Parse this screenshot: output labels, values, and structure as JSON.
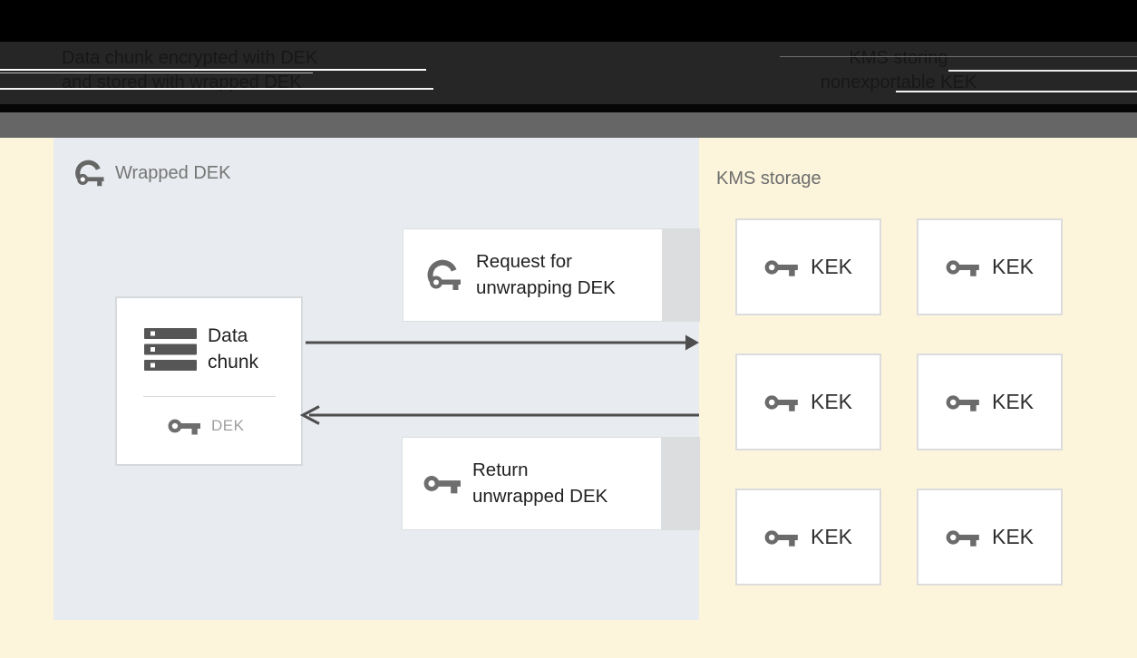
{
  "header": {
    "left_label": {
      "line1": "Data chunk encrypted with DEK",
      "line2": "and stored with wrapped DEK"
    },
    "right_label": {
      "line1": "KMS storing",
      "line2": "nonexportable KEK"
    }
  },
  "wrapped_panel": {
    "label": "Wrapped DEK"
  },
  "kms_panel": {
    "label": "KMS storage",
    "kek_labels": [
      "KEK",
      "KEK",
      "KEK",
      "KEK",
      "KEK",
      "KEK"
    ]
  },
  "data_chunk_box": {
    "title_line1": "Data",
    "title_line2": "chunk",
    "dek_label": "DEK"
  },
  "request_box": {
    "line1": "Request for",
    "line2": "unwrapping DEK"
  },
  "return_box": {
    "line1": "Return",
    "line2": "unwrapped DEK"
  },
  "icons": {
    "wrapped_key": "wrapped-key-icon",
    "key": "key-icon",
    "data_chunk": "storage-stack-icon"
  },
  "colors": {
    "page_background": "#fcf5dc",
    "wrapped_panel_background": "#e8ebef",
    "header_black": "#000000",
    "header_band": "#262626",
    "header_graybar": "#666666",
    "box_background": "#ffffff",
    "box_border": "#d9dcde",
    "box_extension_gray": "#dcddde",
    "arrow": "#4e4e4e",
    "icon_gray": "#6b6b6b",
    "label_gray": "#757575",
    "text_dark": "#212121"
  }
}
